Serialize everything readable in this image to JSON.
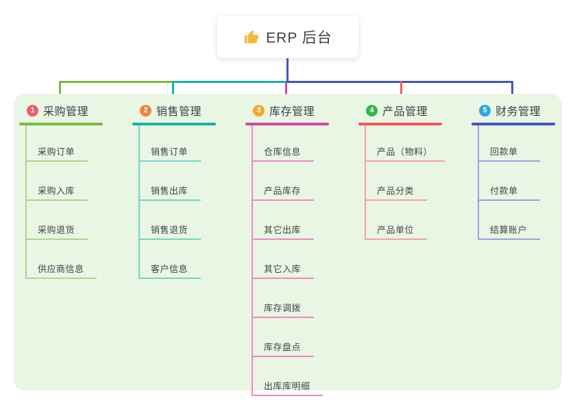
{
  "root": {
    "title": "ERP 后台",
    "icon": "thumbs-up-icon",
    "icon_color": "#f6b93b"
  },
  "canvas": {
    "background": "#ffffff",
    "panel_background": "#e9f6e3",
    "connector_blue": "#4254c5"
  },
  "branches": [
    {
      "num": "1",
      "label": "采购管理",
      "badge_color": "#ee5b6a",
      "line_color": "#7cb93f",
      "child_line_color": "#a9d787",
      "children": [
        "采购订单",
        "采购入库",
        "采购退货",
        "供应商信息"
      ]
    },
    {
      "num": "2",
      "label": "销售管理",
      "badge_color": "#f0813f",
      "line_color": "#17b3a3",
      "child_line_color": "#74d2c6",
      "children": [
        "销售订单",
        "销售出库",
        "销售退货",
        "客户信息"
      ]
    },
    {
      "num": "3",
      "label": "库存管理",
      "badge_color": "#f7a72c",
      "line_color": "#d443a6",
      "child_line_color": "#f285c5",
      "children": [
        "仓库信息",
        "产品库存",
        "其它出库",
        "其它入库",
        "库存调拨",
        "库存盘点",
        "出库库明细"
      ]
    },
    {
      "num": "4",
      "label": "产品管理",
      "badge_color": "#35b44a",
      "line_color": "#f2555a",
      "child_line_color": "#f79da0",
      "children": [
        "产品（物料）",
        "产品分类",
        "产品单位"
      ]
    },
    {
      "num": "5",
      "label": "财务管理",
      "badge_color": "#2ba6de",
      "line_color": "#4254c5",
      "child_line_color": "#91a6df",
      "children": [
        "回款单",
        "付款单",
        "结算账户"
      ]
    }
  ]
}
